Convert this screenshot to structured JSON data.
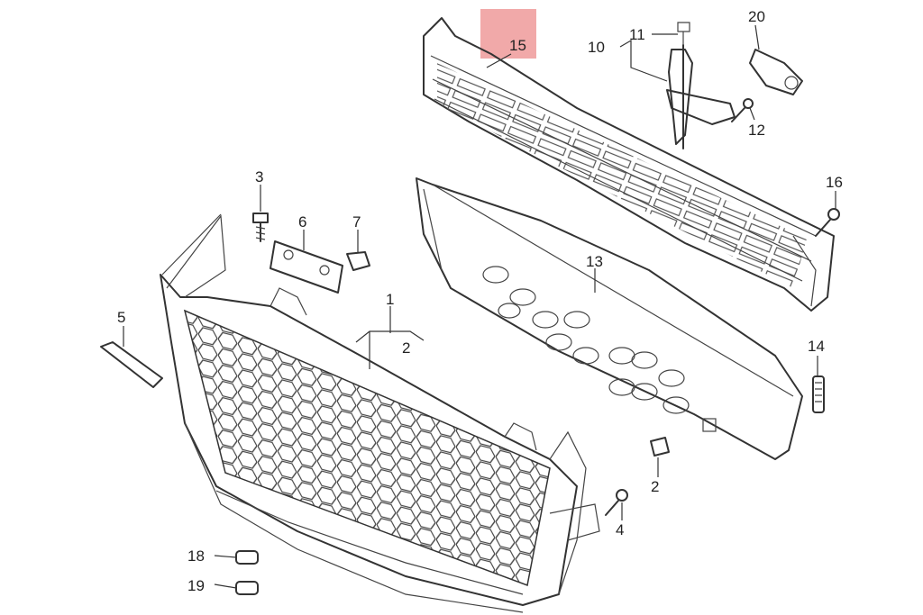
{
  "callouts": {
    "c1": "1",
    "c2a": "2",
    "c2b": "2",
    "c3": "3",
    "c4": "4",
    "c5": "5",
    "c6": "6",
    "c7": "7",
    "c10": "10",
    "c11": "11",
    "c12": "12",
    "c13": "13",
    "c14": "14",
    "c15": "15",
    "c16": "16",
    "c18": "18",
    "c19": "19",
    "c20": "20"
  },
  "highlight": {
    "part": "15",
    "color": "#ef9a9a"
  }
}
